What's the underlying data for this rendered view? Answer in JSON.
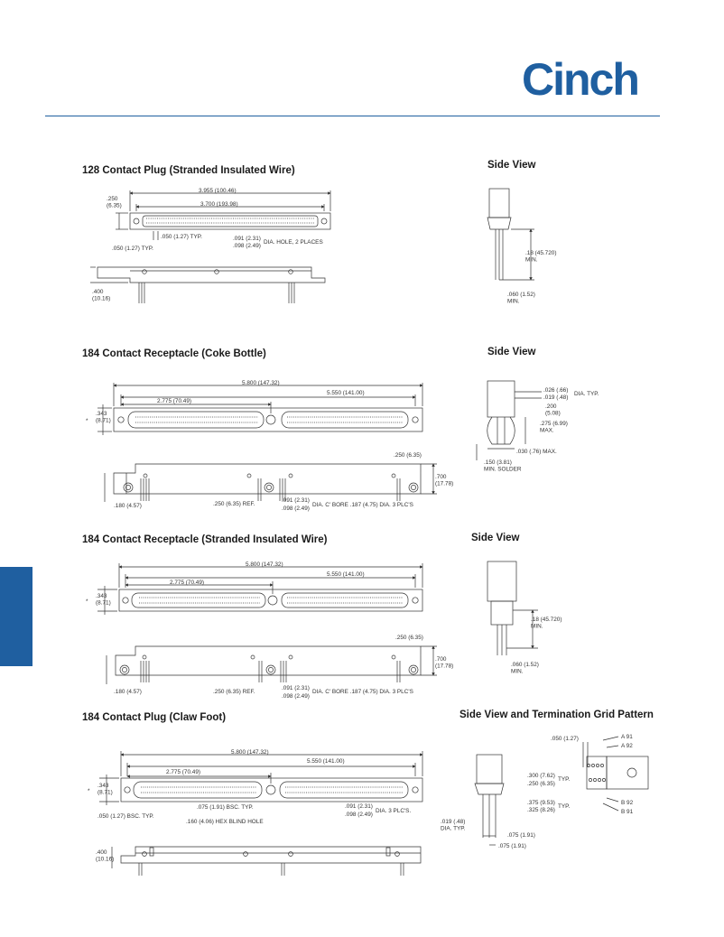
{
  "brand": {
    "logo_text": "Cinch",
    "logo_color": "#1f5fa0"
  },
  "sections": [
    {
      "title": "128 Contact Plug (Stranded Insulated Wire)",
      "side_title": "Side View",
      "dims": {
        "overall": "3.955 (100.46)",
        "pitch": "3.700 (193.98)",
        "height": ".250\n(6.35)",
        "contact_typ": ".050 (1.27) TYP.",
        "row_typ": ".050 (1.27) TYP.",
        "hole_a": ".091 (2.31)",
        "hole_b": ".098 (2.49)",
        "hole_note": "DIA. HOLE, 2 PLACES",
        "body_h": ".400\n(10.16)",
        "side_len": ".18 (45.720)\nMIN.",
        "side_min": ".060 (1.52)\nMIN."
      }
    },
    {
      "title": "184 Contact Receptacle (Coke Bottle)",
      "side_title": "Side View",
      "dims": {
        "overall": "5.800 (147.32)",
        "pitch": "5.550 (141.00)",
        "half": "2.775 (70.49)",
        "height": ".343\n(8.71)",
        "mark": "*",
        "flange": ".250 (6.35)",
        "body_h": ".700\n(17.78)",
        "edge": ".180 (4.57)",
        "ref": ".250 (6.35) REF.",
        "bore_a": ".091 (2.31)",
        "bore_b": ".098 (2.49)",
        "bore_note": "DIA. C' BORE .187 (4.75) DIA. 3 PLC'S",
        "s1": ".026 (.66)",
        "s2": ".019 (.48)",
        "s_dia": "DIA. TYP.",
        "s3": ".200\n(5.08)",
        "s4": ".275 (6.99)\nMAX.",
        "s5": ".030 (.76) MAX.",
        "s6": ".150 (3.81)\nMIN. SOLDER"
      }
    },
    {
      "title": "184 Contact Receptacle (Stranded Insulated Wire)",
      "side_title": "Side View",
      "dims": {
        "overall": "5.800 (147.32)",
        "pitch": "5.550 (141.00)",
        "half": "2.775 (70.49)",
        "height": ".343\n(8.71)",
        "mark": "*",
        "flange": ".250 (6.35)",
        "body_h": ".700\n(17.78)",
        "edge": ".180 (4.57)",
        "ref": ".250 (6.35) REF.",
        "bore_a": ".091 (2.31)",
        "bore_b": ".098 (2.49)",
        "bore_note": "DIA. C' BORE .187 (4.75) DIA. 3 PLC'S",
        "side_len": ".18 (45.720)\nMIN.",
        "side_min": ".060 (1.52)\nMIN."
      }
    },
    {
      "title": "184 Contact Plug (Claw Foot)",
      "side_title": "Side View and Termination Grid Pattern",
      "dims": {
        "overall": "5.800 (147.32)",
        "pitch": "5.550 (141.00)",
        "half": "2.775 (70.49)",
        "height": ".343\n(8.71)",
        "mark": "*",
        "bsc1": ".075 (1.91) BSC. TYP.",
        "bsc2": ".050 (1.27) BSC. TYP.",
        "hex": ".160 (4.06) HEX BLIND HOLE",
        "hole_a": ".091 (2.31)",
        "hole_b": ".098 (2.49)",
        "hole_note": "DIA. 3 PLC'S.",
        "body_h": ".400\n(10.16)",
        "g1": ".050 (1.27)",
        "a91": "A 91",
        "a92": "A 92",
        "g2": ".300 (7.62)",
        "g3": ".250 (6.35)",
        "typ": "TYP.",
        "g4": ".375 (9.53)",
        "g5": ".325 (8.26)",
        "typ2": "TYP.",
        "b92": "B 92",
        "b91": "B 91",
        "dia": ".019 (.48)\nDIA. TYP.",
        "g6": ".075 (1.91)",
        "g7": ".075 (1.91)"
      }
    }
  ]
}
